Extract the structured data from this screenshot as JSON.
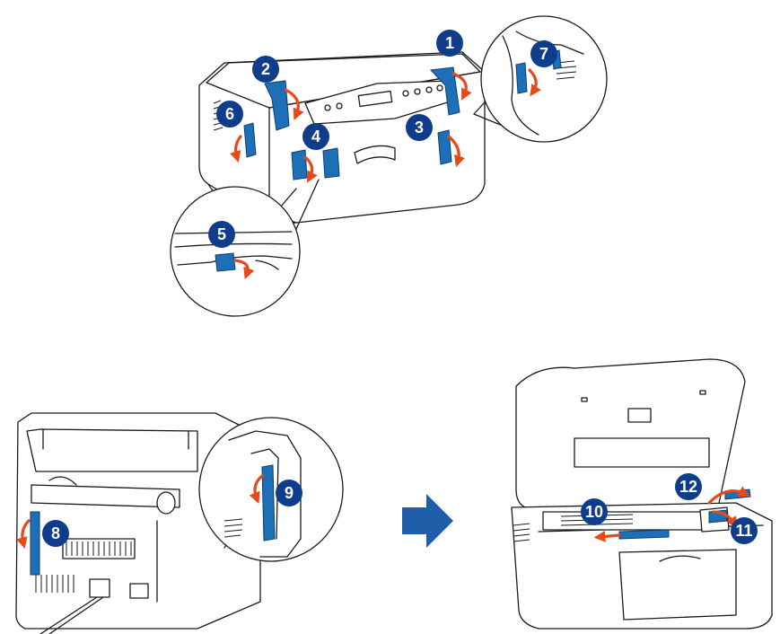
{
  "step_badges": [
    "1",
    "2",
    "3",
    "4",
    "5",
    "6",
    "7",
    "8",
    "9",
    "10",
    "11",
    "12"
  ],
  "colors": {
    "tape": "#1d6fb8",
    "peel_arrow": "#e64a19",
    "badge": "#0f3d8c",
    "direction_arrow": "#1f5ea8"
  },
  "icons": [
    "printer-front-illustration",
    "printer-rear-illustration",
    "printer-open-illustration",
    "direction-arrow-icon",
    "peel-arrow-icon"
  ]
}
